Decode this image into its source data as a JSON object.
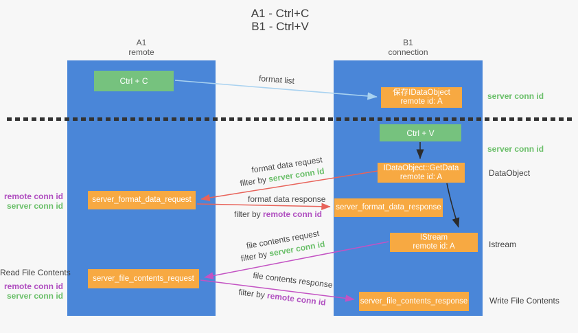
{
  "title": {
    "line1": "A1 - Ctrl+C",
    "line2": "B1 - Ctrl+V"
  },
  "lifelines": {
    "left": {
      "id": "A1",
      "role": "remote"
    },
    "right": {
      "id": "B1",
      "role": "connection"
    }
  },
  "boxes": {
    "ctrl_c": {
      "label": "Ctrl + C"
    },
    "ctrl_v": {
      "label": "Ctrl + V"
    },
    "save_dataobject": {
      "line1": "保存IDataObject",
      "line2": "remote id: A"
    },
    "getdata": {
      "line1": "IDataObject::GetData",
      "line2": "remote id: A"
    },
    "istream": {
      "line1": "IStream",
      "line2": "remote id: A"
    },
    "format_request": {
      "label": "server_format_data_request"
    },
    "format_response": {
      "label": "server_format_data_response"
    },
    "file_request": {
      "label": "server_file_contents_request"
    },
    "file_response": {
      "label": "server_file_contents_response"
    }
  },
  "arrow_labels": {
    "format_list": "format list",
    "format_data_request": "format data request",
    "format_data_response": "format data response",
    "file_contents_request": "file contents request",
    "file_contents_response": "file contents response"
  },
  "strings": {
    "filter_by": "filter by",
    "server_conn_id": "server conn id",
    "remote_conn_id": "remote conn id"
  },
  "side_labels": {
    "dataobject": "DataObject",
    "istream": "Istream",
    "write_file_contents": "Write File Contents",
    "read_file_contents": "Read File Contents"
  },
  "colors": {
    "background": "#f7f7f7",
    "lifeline_blue": "#4a86d8",
    "box_green": "#76c27e",
    "box_orange": "#f7a942",
    "text_dark": "#3f3f3f",
    "server_conn_green": "#6abf69",
    "remote_conn_purple": "#b04fc0",
    "arrow_red": "#e8635a",
    "arrow_magenta": "#c353c3",
    "arrow_lightblue": "#a9d2f0",
    "arrow_black": "#2b2b2b",
    "dotted_line": "#333333"
  }
}
